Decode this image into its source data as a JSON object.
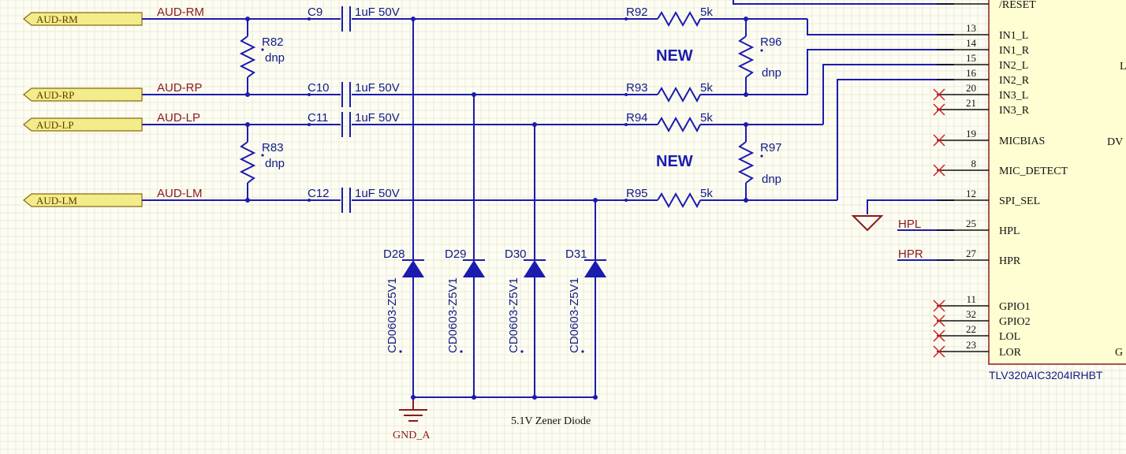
{
  "ports": [
    "AUD-RM",
    "AUD-RP",
    "AUD-LP",
    "AUD-LM"
  ],
  "net_labels": [
    "AUD-RM",
    "AUD-RP",
    "AUD-LP",
    "AUD-LM"
  ],
  "caps": [
    {
      "ref": "C9",
      "value": "1uF 50V"
    },
    {
      "ref": "C10",
      "value": "1uF 50V"
    },
    {
      "ref": "C11",
      "value": "1uF 50V"
    },
    {
      "ref": "C12",
      "value": "1uF 50V"
    }
  ],
  "series_resistors": [
    {
      "ref": "R92",
      "value": "5k"
    },
    {
      "ref": "R93",
      "value": "5k"
    },
    {
      "ref": "R94",
      "value": "5k"
    },
    {
      "ref": "R95",
      "value": "5k"
    }
  ],
  "shunt_resistors": [
    {
      "ref": "R82",
      "value": "dnp"
    },
    {
      "ref": "R83",
      "value": "dnp"
    },
    {
      "ref": "R96",
      "value": "dnp"
    },
    {
      "ref": "R97",
      "value": "dnp"
    }
  ],
  "new_tags": [
    "NEW",
    "NEW"
  ],
  "diodes": [
    {
      "ref": "D28",
      "part": "CD0603-Z5V1"
    },
    {
      "ref": "D29",
      "part": "CD0603-Z5V1"
    },
    {
      "ref": "D30",
      "part": "CD0603-Z5V1"
    },
    {
      "ref": "D31",
      "part": "CD0603-Z5V1"
    }
  ],
  "zener_note": "5.1V Zener Diode",
  "ground_label": "GND_A",
  "ic": {
    "name": "TLV320AIC3204IRHBT",
    "pins": [
      {
        "name": "/RESET",
        "num": ""
      },
      {
        "name": "IN1_L",
        "num": "13"
      },
      {
        "name": "IN1_R",
        "num": "14"
      },
      {
        "name": "IN2_L",
        "num": "15"
      },
      {
        "name": "IN2_R",
        "num": "16"
      },
      {
        "name": "IN3_L",
        "num": "20"
      },
      {
        "name": "IN3_R",
        "num": "21"
      },
      {
        "name": "MICBIAS",
        "num": "19"
      },
      {
        "name": "MIC_DETECT",
        "num": "8"
      },
      {
        "name": "SPI_SEL",
        "num": "12"
      },
      {
        "name": "HPL",
        "num": "25"
      },
      {
        "name": "HPR",
        "num": "27"
      },
      {
        "name": "GPIO1",
        "num": "11"
      },
      {
        "name": "GPIO2",
        "num": "32"
      },
      {
        "name": "LOL",
        "num": "22"
      },
      {
        "name": "LOR",
        "num": "23"
      }
    ],
    "right_fragments": [
      "L",
      "DV",
      "G"
    ]
  },
  "hp_nets": [
    "HPL",
    "HPR"
  ]
}
